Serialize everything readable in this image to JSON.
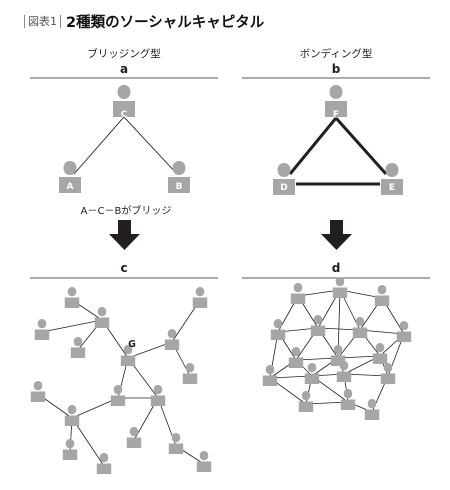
{
  "header": {
    "figure_number": "図表1",
    "title": "2種類のソーシャルキャピタル"
  },
  "panels": {
    "bridging_type_label": "ブリッジング型",
    "bonding_type_label": "ボンディング型",
    "a": "a",
    "b": "b",
    "c": "c",
    "d": "d"
  },
  "nodes": {
    "A": "A",
    "B": "B",
    "C": "C",
    "D": "D",
    "E": "E",
    "F": "F",
    "G": "G"
  },
  "bridge_caption": "A－C－Bがブリッジ",
  "colors": {
    "person": "#a6a6a6",
    "line": "#231f20",
    "label": "#ffffff",
    "arrow": "#231f20"
  },
  "icons": [
    "person-icon",
    "down-arrow-icon"
  ]
}
